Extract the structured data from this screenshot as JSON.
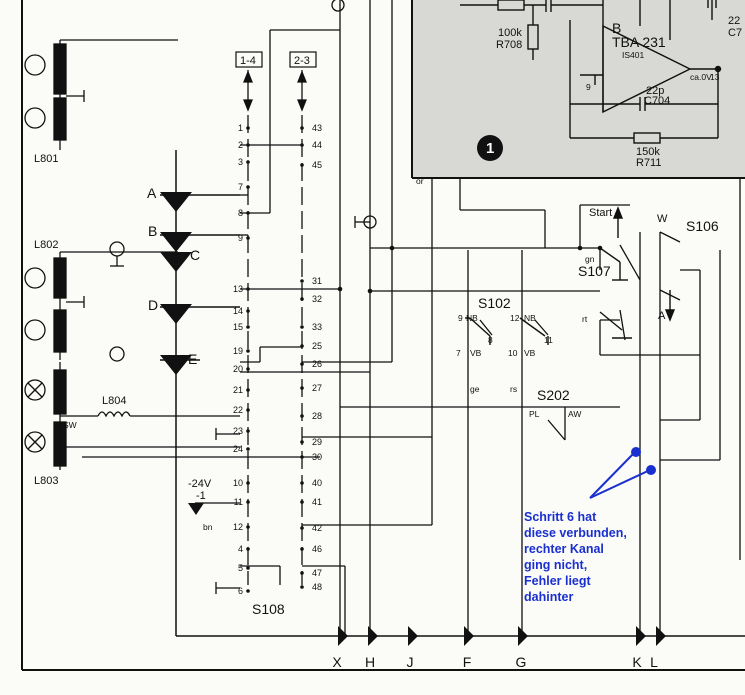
{
  "ic": {
    "name": "TBA 231",
    "ref": "IS401",
    "section": "B",
    "dc_level": "ca.0V",
    "pin_9": "9",
    "pin_13": "13"
  },
  "passives": {
    "r708_value": "100k",
    "r708_ref": "R708",
    "r711_value": "150k",
    "r711_ref": "R711",
    "c704_value": "22p",
    "c704_ref": "C704",
    "top_right_partial": "22",
    "top_right_partial_ref": "C7"
  },
  "marker": "1",
  "labels": {
    "l801": "L801",
    "l802": "L802",
    "l803": "L803",
    "l804": "L804",
    "sw": "SW",
    "supply": "-24V",
    "supply_pin": "-1",
    "bn": "bn",
    "or": "or",
    "gn": "gn",
    "rt": "rt",
    "ge": "ge",
    "rs": "rs",
    "pl": "PL",
    "aw": "AW",
    "w": "W",
    "a": "A",
    "start": "Start"
  },
  "nodes": {
    "a": "A",
    "b": "B",
    "c": "C",
    "d": "D",
    "e": "E"
  },
  "headers": {
    "h14": "1-4",
    "h23": "2-3"
  },
  "switches": {
    "s108": "S108",
    "s107": "S107",
    "s106": "S106",
    "s102": "S102",
    "s202": "S202"
  },
  "s102_pins": {
    "p9": "9",
    "nb1": "NB",
    "p12": "12",
    "nb2": "NB",
    "p8": "8",
    "p11": "11",
    "p7": "7",
    "vb1": "VB",
    "p10": "10",
    "vb2": "VB"
  },
  "left_pins": [
    "1",
    "2",
    "3",
    "7",
    "8",
    "9",
    "13",
    "14",
    "15",
    "19",
    "20",
    "21",
    "22",
    "23",
    "24",
    "10",
    "11",
    "12",
    "4",
    "5",
    "6"
  ],
  "right_pins": [
    "43",
    "44",
    "45",
    "31",
    "32",
    "33",
    "25",
    "26",
    "27",
    "28",
    "29",
    "30",
    "40",
    "41",
    "42",
    "46",
    "47",
    "48"
  ],
  "outputs": [
    "X",
    "H",
    "J",
    "F",
    "G",
    "K",
    "L"
  ],
  "annotation": [
    "Schritt 6 hat",
    "diese verbunden,",
    "rechter Kanal",
    "ging nicht,",
    "Fehler liegt",
    "dahinter"
  ],
  "colors": {
    "annotation": "#1a2fd0",
    "shade": "#d8d8d4",
    "line": "#111111"
  }
}
